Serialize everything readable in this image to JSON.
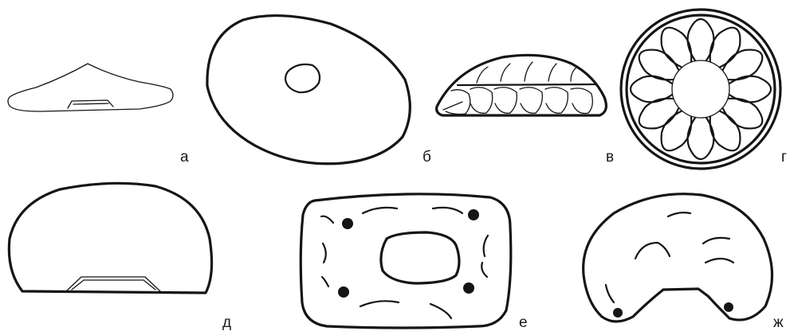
{
  "figure": {
    "labels": {
      "a": "а",
      "b": "б",
      "v": "в",
      "g": "г",
      "d": "д",
      "e": "е",
      "zh": "ж"
    }
  }
}
